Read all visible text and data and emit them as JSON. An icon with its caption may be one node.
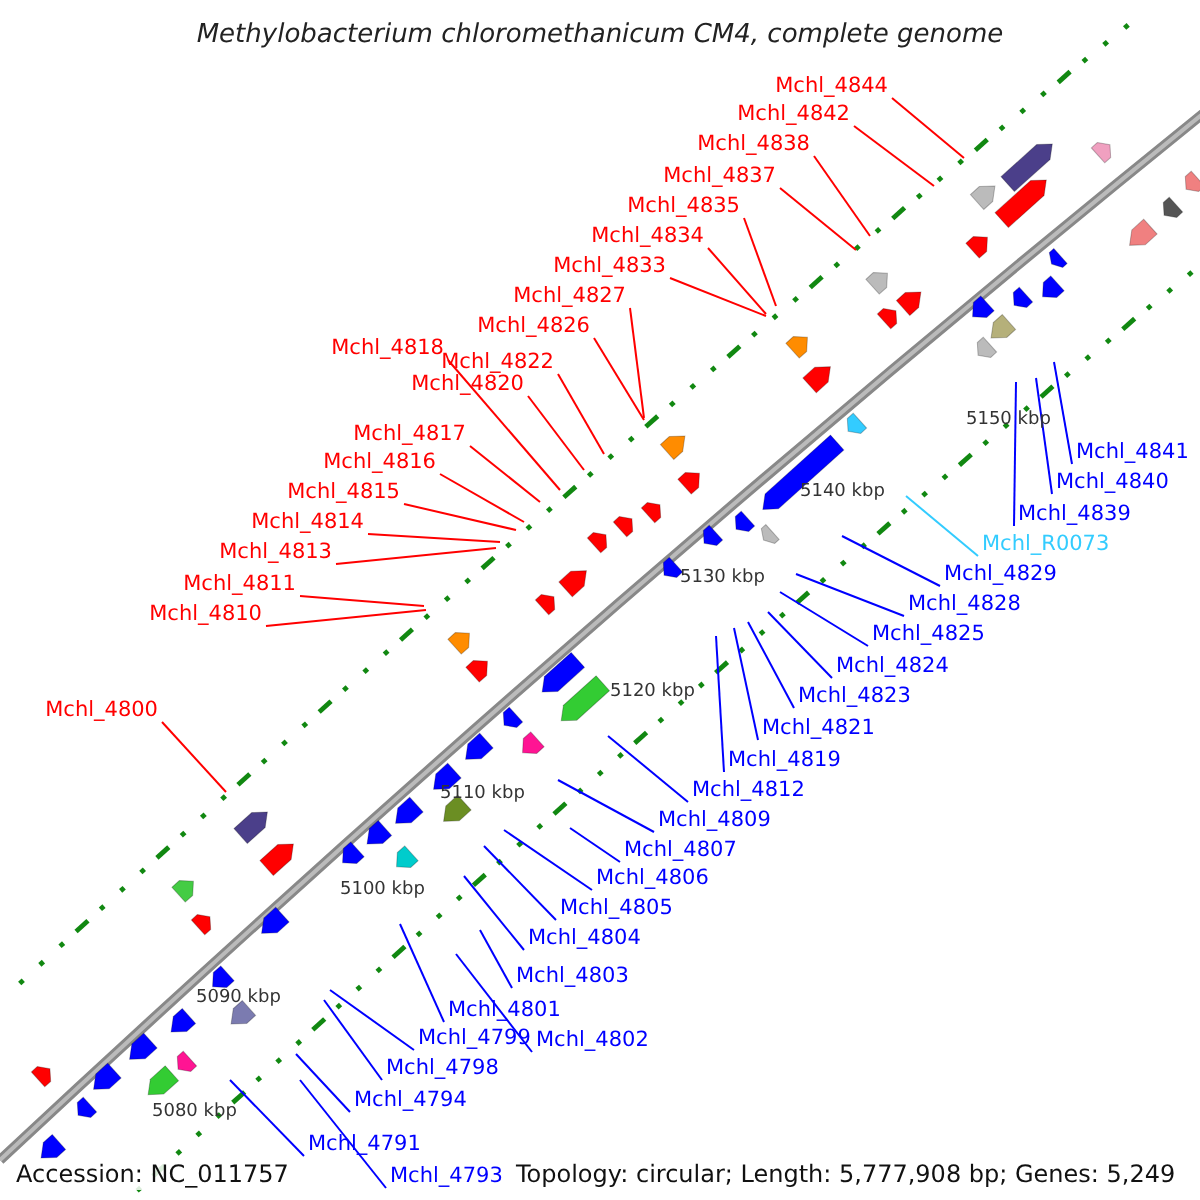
{
  "diagram": {
    "title": "Methylobacterium chloromethanicum CM4, complete genome",
    "nodes": [
      {
        "text": [
          "Mchl_4844"
        ]
      },
      {
        "text": [
          "Mchl_4842"
        ]
      },
      {
        "text": [
          "Mchl_4838"
        ]
      },
      {
        "text": [
          "Mchl_4837"
        ]
      },
      {
        "text": [
          "Mchl_4835"
        ]
      },
      {
        "text": [
          "Mchl_4834"
        ]
      },
      {
        "text": [
          "Mchl_4833"
        ]
      },
      {
        "text": [
          "Mchl_4827"
        ]
      },
      {
        "text": [
          "Mchl_4826"
        ]
      },
      {
        "text": [
          "Mchl_4818"
        ]
      },
      {
        "text": [
          "Mchl_4822"
        ]
      },
      {
        "text": [
          "Mchl_4820"
        ]
      },
      {
        "text": [
          "Mchl_4817"
        ]
      },
      {
        "text": [
          "Mchl_4841"
        ]
      },
      {
        "text": [
          "Mchl_4816"
        ]
      },
      {
        "text": [
          "Mchl_4840"
        ]
      },
      {
        "text": [
          "Mchl_4815"
        ]
      },
      {
        "text": [
          "Mchl_4839"
        ]
      },
      {
        "text": [
          "Mchl_4814"
        ]
      },
      {
        "text": [
          "Mchl_R0073"
        ]
      },
      {
        "text": [
          "Mchl_4813"
        ]
      },
      {
        "text": [
          "Mchl_4829"
        ]
      },
      {
        "text": [
          "Mchl_4811"
        ]
      },
      {
        "text": [
          "Mchl_4828"
        ]
      },
      {
        "text": [
          "Mchl_4810"
        ]
      },
      {
        "text": [
          "Mchl_4825"
        ]
      },
      {
        "text": [
          "Mchl_4824"
        ]
      },
      {
        "text": [
          "Mchl_4823"
        ]
      },
      {
        "text": [
          "Mchl_4800"
        ]
      },
      {
        "text": [
          "Mchl_4821"
        ]
      },
      {
        "text": [
          "Mchl_4819"
        ]
      },
      {
        "text": [
          "Mchl_4812"
        ]
      },
      {
        "text": [
          "Mchl_4809"
        ]
      },
      {
        "text": [
          "Mchl_4807"
        ]
      },
      {
        "text": [
          "Mchl_4806"
        ]
      },
      {
        "text": [
          "Mchl_4805"
        ]
      },
      {
        "text": [
          "Mchl_4804"
        ]
      },
      {
        "text": [
          "Mchl_4803"
        ]
      },
      {
        "text": [
          "Mchl_4801"
        ]
      },
      {
        "text": [
          "Mchl_4799"
        ]
      },
      {
        "text": [
          "Mchl_4802"
        ]
      },
      {
        "text": [
          "Mchl_4798"
        ]
      },
      {
        "text": [
          "Mchl_4794"
        ]
      },
      {
        "text": [
          "Mchl_4791"
        ]
      },
      {
        "text": [
          "Mchl_4793"
        ]
      }
    ],
    "edges": [
      {
        "from": 0,
        "to": null,
        "arrow": "none",
        "color": "#ff0000"
      },
      {
        "from": 1,
        "to": null,
        "arrow": "none",
        "color": "#ff0000"
      },
      {
        "from": 2,
        "to": null,
        "arrow": "none",
        "color": "#ff0000"
      },
      {
        "from": 3,
        "to": null,
        "arrow": "none",
        "color": "#ff0000"
      },
      {
        "from": 4,
        "to": null,
        "arrow": "none",
        "color": "#ff0000"
      },
      {
        "from": 5,
        "to": null,
        "arrow": "none",
        "color": "#ff0000"
      },
      {
        "from": 6,
        "to": null,
        "arrow": "none",
        "color": "#ff0000"
      },
      {
        "from": 7,
        "to": null,
        "arrow": "none",
        "color": "#ff0000"
      },
      {
        "from": 8,
        "to": null,
        "arrow": "none",
        "color": "#ff0000"
      },
      {
        "from": 9,
        "to": null,
        "arrow": "none",
        "color": "#ff0000"
      },
      {
        "from": 10,
        "to": null,
        "arrow": "none",
        "color": "#ff0000"
      },
      {
        "from": 11,
        "to": null,
        "arrow": "none",
        "color": "#ff0000"
      },
      {
        "from": 12,
        "to": null,
        "arrow": "none",
        "color": "#ff0000"
      },
      {
        "from": 13,
        "to": null,
        "arrow": "none"
      },
      {
        "from": 14,
        "to": null,
        "arrow": "none",
        "color": "#ff0000"
      },
      {
        "from": 15,
        "to": null,
        "arrow": "none"
      },
      {
        "from": 16,
        "to": null,
        "arrow": "none",
        "color": "#ff0000"
      },
      {
        "from": 17,
        "to": null,
        "arrow": "none"
      },
      {
        "from": 18,
        "to": null,
        "arrow": "none",
        "color": "#ff0000"
      },
      {
        "from": 19,
        "to": null,
        "arrow": "none",
        "color": "#33ccff"
      },
      {
        "from": 20,
        "to": null,
        "arrow": "none",
        "color": "#ff0000"
      },
      {
        "from": 21,
        "to": null,
        "arrow": "none"
      },
      {
        "from": 22,
        "to": null,
        "arrow": "none",
        "color": "#ff0000"
      },
      {
        "from": 23,
        "to": null,
        "arrow": "none"
      },
      {
        "from": 24,
        "to": null,
        "arrow": "none",
        "color": "#ff0000"
      },
      {
        "from": 25,
        "to": null,
        "arrow": "none"
      },
      {
        "from": 26,
        "to": null,
        "arrow": "none"
      },
      {
        "from": 27,
        "to": null,
        "arrow": "none"
      },
      {
        "from": 28,
        "to": null,
        "arrow": "none",
        "color": "#ff0000"
      },
      {
        "from": 29,
        "to": null,
        "arrow": "none"
      },
      {
        "from": 30,
        "to": null,
        "arrow": "none"
      },
      {
        "from": 31,
        "to": null,
        "arrow": "none"
      },
      {
        "from": 32,
        "to": null,
        "arrow": "none"
      },
      {
        "from": 33,
        "to": null,
        "arrow": "none"
      },
      {
        "from": 34,
        "to": null,
        "arrow": "none"
      },
      {
        "from": 35,
        "to": null,
        "arrow": "none"
      },
      {
        "from": 36,
        "to": null,
        "arrow": "none"
      },
      {
        "from": 37,
        "to": null,
        "arrow": "none"
      },
      {
        "from": 38,
        "to": null,
        "arrow": "none"
      },
      {
        "from": 39,
        "to": null,
        "arrow": "none"
      },
      {
        "from": 40,
        "to": null,
        "arrow": "none"
      },
      {
        "from": 41,
        "to": null,
        "arrow": "none"
      },
      {
        "from": 42,
        "to": null,
        "arrow": "none"
      },
      {
        "from": 43,
        "to": null,
        "arrow": "none"
      },
      {
        "from": 44,
        "to": null,
        "arrow": "none"
      }
    ],
    "labels": [
      "5150 kbp",
      "5140 kbp",
      "5130 kbp",
      "5120 kbp",
      "5110 kbp",
      "5100 kbp",
      "5090 kbp",
      "5080 kbp",
      "Accession: NC_011757",
      "Topology: circular; Length: 5,777,908 bp; Genes: 5,249"
    ]
  }
}
